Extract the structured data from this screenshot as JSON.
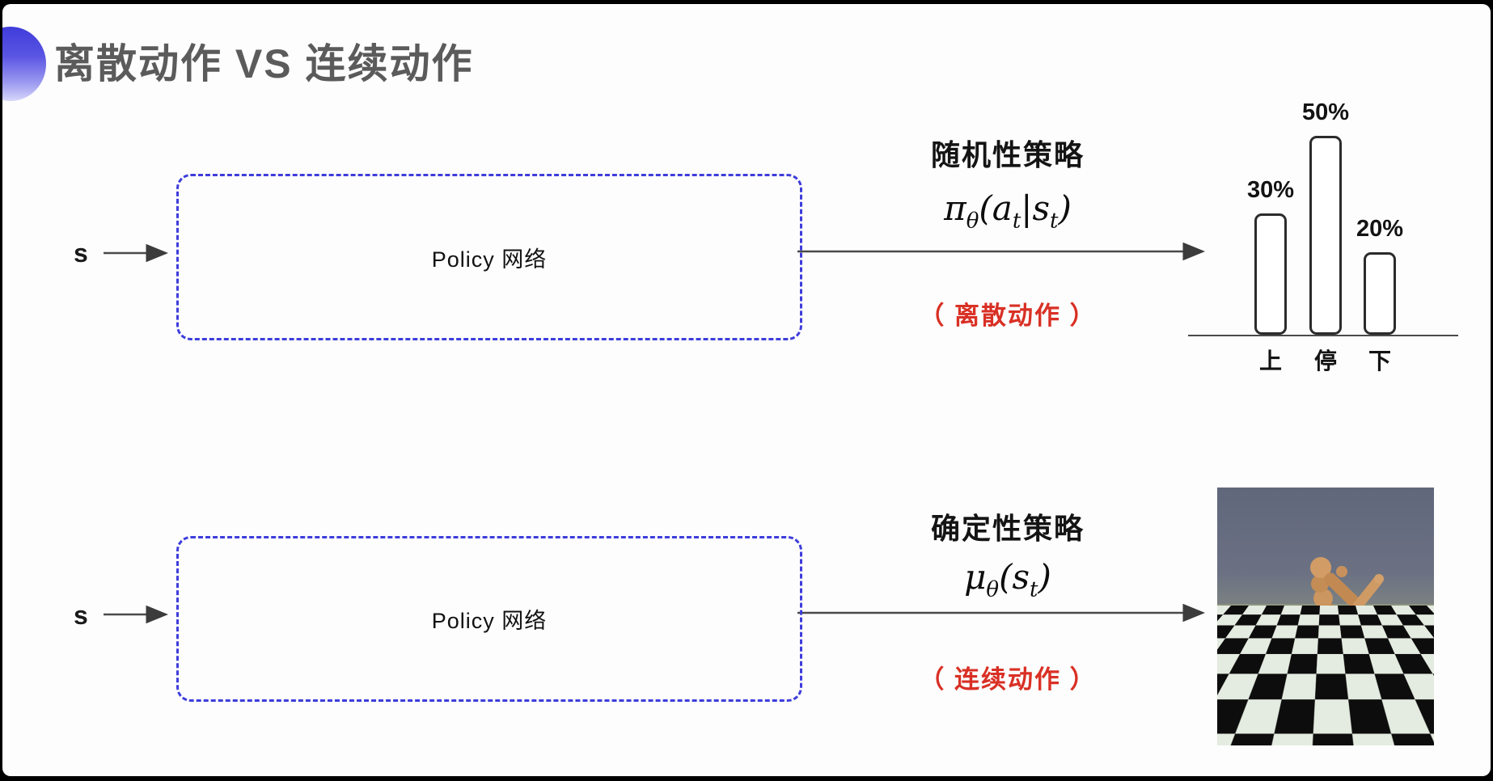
{
  "slide": {
    "title": "离散动作 VS 连续动作"
  },
  "discrete_row": {
    "input_label": "s",
    "network_label": "Policy 网络",
    "policy_type": "随机性策略",
    "formula": {
      "sym": "π",
      "sym_sub": "θ",
      "open": "(",
      "arg1": "a",
      "arg1_sub": "t",
      "sep": "|",
      "arg2": "s",
      "arg2_sub": "t",
      "close": ")"
    },
    "action_note": "（ 离散动作 ）"
  },
  "continuous_row": {
    "input_label": "s",
    "network_label": "Policy 网络",
    "policy_type": "确定性策略",
    "formula": {
      "sym": "μ",
      "sym_sub": "θ",
      "open": "(",
      "arg1": "s",
      "arg1_sub": "t",
      "close": ")"
    },
    "action_note": "（ 连续动作 ）"
  },
  "chart_data": {
    "type": "bar",
    "title": "",
    "xlabel": "",
    "ylabel": "",
    "categories": [
      "上",
      "停",
      "下"
    ],
    "values": [
      30,
      50,
      20
    ],
    "value_labels": [
      "30%",
      "50%",
      "20%"
    ],
    "ylim": [
      0,
      50
    ],
    "grid": false,
    "legend": false,
    "bar_fill": "#ffffff",
    "bar_stroke": "#2b2b2b"
  },
  "colors": {
    "accent_blue": "#413ddd",
    "dashed_border": "#3d3ddb",
    "note_red": "#d93025",
    "title_gray": "#5b5b5b",
    "arrow": "#444444"
  }
}
